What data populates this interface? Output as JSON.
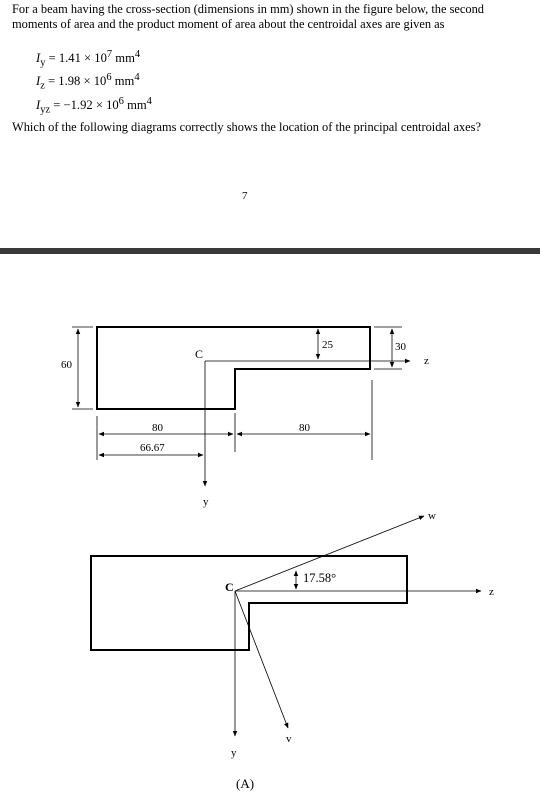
{
  "intro_text": "For a beam having the cross-section (dimensions in mm) shown in the figure below, the second moments of area and the product moment of area about the centroidal axes are given as",
  "moments": [
    {
      "symbol": "I",
      "sub": "y",
      "value": " = 1.41 × 10",
      "exp": "7",
      "unit": " mm",
      "unit_exp": "4"
    },
    {
      "symbol": "I",
      "sub": "z",
      "value": " = 1.98 × 10",
      "exp": "6",
      "unit": " mm",
      "unit_exp": "4"
    },
    {
      "symbol": "I",
      "sub": "yz",
      "value": " = −1.92 × 10",
      "exp": "6",
      "unit": " mm",
      "unit_exp": "4"
    }
  ],
  "question_text": "Which of the following diagrams correctly shows the location of the principal centroidal axes?",
  "page_number": "7",
  "section_figure": {
    "dim_height": "60",
    "dim_top": "25",
    "dim_right": "30",
    "dim_bottom_left": "80",
    "dim_centroid": "66.67",
    "dim_bottom_right": "80",
    "label_centroid": "C",
    "label_z": "z",
    "label_y": "y"
  },
  "option_figure": {
    "label_centroid": "C",
    "label_w": "w",
    "label_z": "z",
    "label_v": "v",
    "label_y": "y",
    "angle": "17.58°",
    "option_label": "(A)"
  }
}
